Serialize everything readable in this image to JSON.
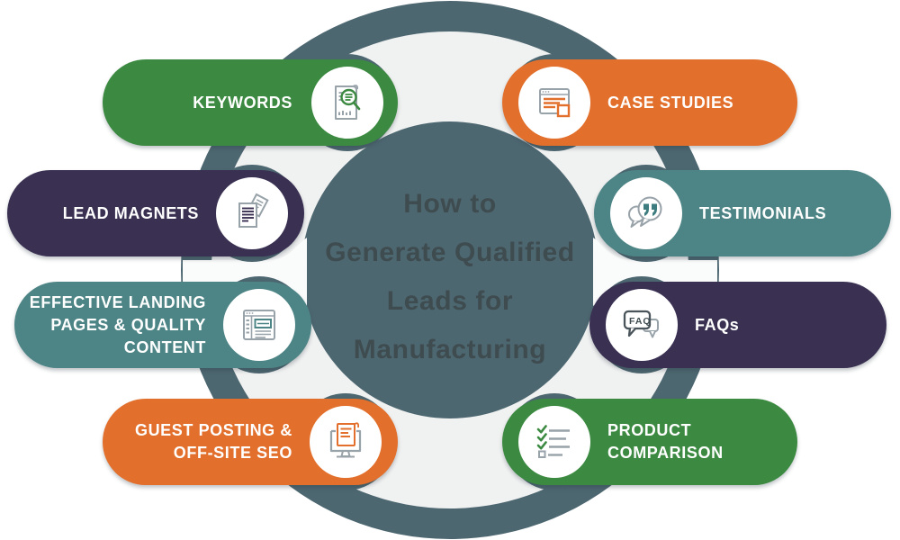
{
  "title": {
    "lines": [
      "How to",
      "Generate Qualified",
      "Leads for",
      "Manufacturing"
    ],
    "full_text": "How to Generate Qualified Leads for Manufacturing"
  },
  "colors": {
    "green": "#3C8A41",
    "orange": "#E26F2B",
    "teal": "#4D8485",
    "purple": "#3A3052",
    "slate_circle": "#4D6771",
    "ring_band": "#F0F1F1",
    "title_text": "#3E4B4F",
    "pill_text": "#FFFFFF",
    "icon_stroke_gray": "#98A2A9"
  },
  "items": [
    {
      "id": "keywords",
      "label": "KEYWORDS",
      "lines": [
        "KEYWORDS"
      ],
      "side": "left",
      "row": 1,
      "color": "green",
      "icon": "document-search-icon"
    },
    {
      "id": "lead-magnets",
      "label": "LEAD MAGNETS",
      "lines": [
        "LEAD MAGNETS"
      ],
      "side": "left",
      "row": 2,
      "color": "purple",
      "icon": "documents-icon"
    },
    {
      "id": "landing-pages",
      "label": "EFFECTIVE LANDING PAGES & QUALITY CONTENT",
      "lines": [
        "EFFECTIVE LANDING",
        "PAGES & QUALITY",
        "CONTENT"
      ],
      "side": "left",
      "row": 3,
      "color": "teal",
      "icon": "webpage-layout-icon"
    },
    {
      "id": "guest-posting",
      "label": "GUEST POSTING & OFF-SITE SEO",
      "lines": [
        "GUEST POSTING &",
        "OFF-SITE SEO"
      ],
      "side": "left",
      "row": 4,
      "color": "orange",
      "icon": "monitor-article-icon"
    },
    {
      "id": "case-studies",
      "label": "CASE STUDIES",
      "lines": [
        "CASE STUDIES"
      ],
      "side": "right",
      "row": 1,
      "color": "orange",
      "icon": "browser-report-icon"
    },
    {
      "id": "testimonials",
      "label": "TESTIMONIALS",
      "lines": [
        "TESTIMONIALS"
      ],
      "side": "right",
      "row": 2,
      "color": "teal",
      "icon": "quote-bubbles-icon"
    },
    {
      "id": "faqs",
      "label": "FAQs",
      "lines": [
        "FAQs"
      ],
      "side": "right",
      "row": 3,
      "color": "purple",
      "icon": "faq-bubble-icon"
    },
    {
      "id": "product-comparison",
      "label": "PRODUCT COMPARISON",
      "lines": [
        "PRODUCT",
        "COMPARISON"
      ],
      "side": "right",
      "row": 4,
      "color": "green",
      "icon": "checklist-icon"
    }
  ],
  "icons": {
    "faq_bubble_label": "FAQ"
  }
}
